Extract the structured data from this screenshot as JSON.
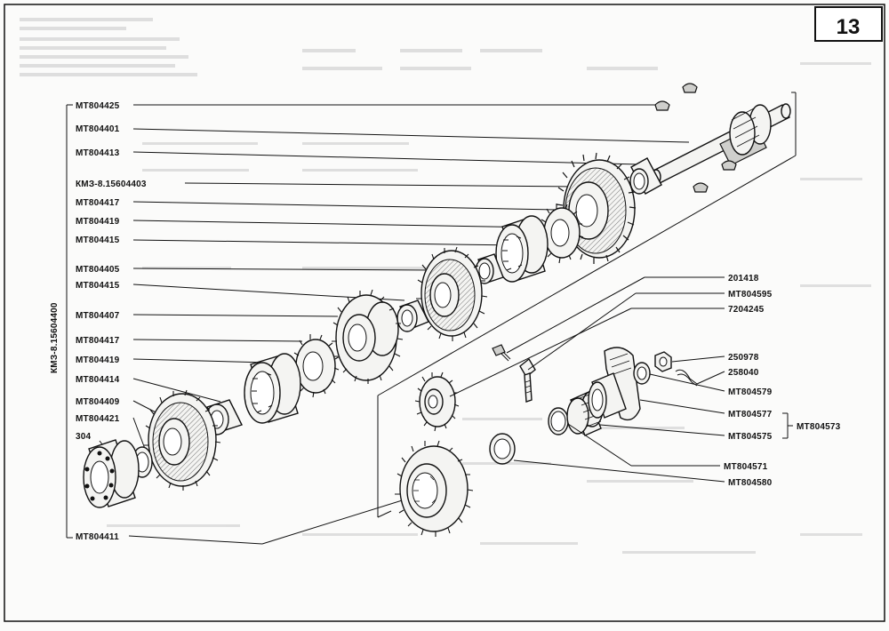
{
  "page_number": "13",
  "bracket_label": "КМЗ-8.15604400",
  "group_label": "MT804573",
  "labels": {
    "MT804425": "MT804425",
    "MT804401": "MT804401",
    "MT804413": "MT804413",
    "KM3_15604403": "КМЗ-8.15604403",
    "MT804417_a": "MT804417",
    "MT804419_a": "MT804419",
    "MT804415_a": "MT804415",
    "MT804405": "MT804405",
    "MT804415_b": "MT804415",
    "MT804407": "MT804407",
    "MT804417_b": "MT804417",
    "MT804419_b": "MT804419",
    "MT804414": "MT804414",
    "MT804409": "MT804409",
    "MT804421": "MT804421",
    "b304": "304",
    "MT804411": "MT804411",
    "n201418": "201418",
    "MT804595": "MT804595",
    "n7204245": "7204245",
    "n250978": "250978",
    "n258040": "258040",
    "MT804579": "MT804579",
    "MT804577": "MT804577",
    "MT804575": "MT804575",
    "MT804571": "MT804571",
    "MT804580": "MT804580"
  }
}
